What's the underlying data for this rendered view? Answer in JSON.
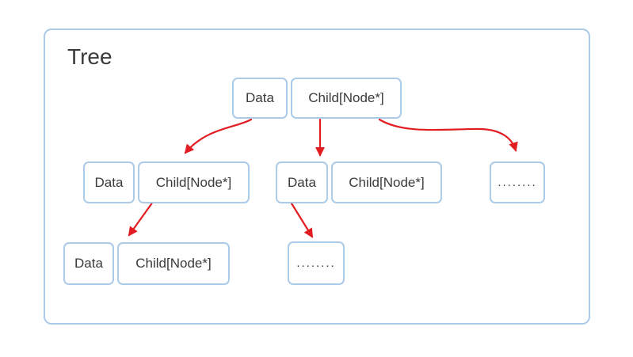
{
  "diagram": {
    "title": "Tree",
    "colors": {
      "node_border": "#abcbe8",
      "arrow": "#e21d22",
      "text": "#3a3a3a",
      "background": "#ffffff"
    },
    "nodes": {
      "root": {
        "data_label": "Data",
        "child_label": "Child[Node*]"
      },
      "level2_left": {
        "data_label": "Data",
        "child_label": "Child[Node*]"
      },
      "level2_middle": {
        "data_label": "Data",
        "child_label": "Child[Node*]"
      },
      "level2_right": {
        "dots_label": "........"
      },
      "level3_left": {
        "data_label": "Data",
        "child_label": "Child[Node*]"
      },
      "level3_middle": {
        "dots_label": "........"
      }
    },
    "edges": [
      {
        "id": "edge-1",
        "from": "root.data",
        "to": "level2_left.child"
      },
      {
        "id": "edge-2",
        "from": "root.child",
        "to": "level2_middle.data"
      },
      {
        "id": "edge-3",
        "from": "root.child",
        "to": "level2_right"
      },
      {
        "id": "edge-4",
        "from": "level2_left.child",
        "to": "level3_left.child"
      },
      {
        "id": "edge-5",
        "from": "level2_middle.data",
        "to": "level3_middle"
      }
    ]
  }
}
